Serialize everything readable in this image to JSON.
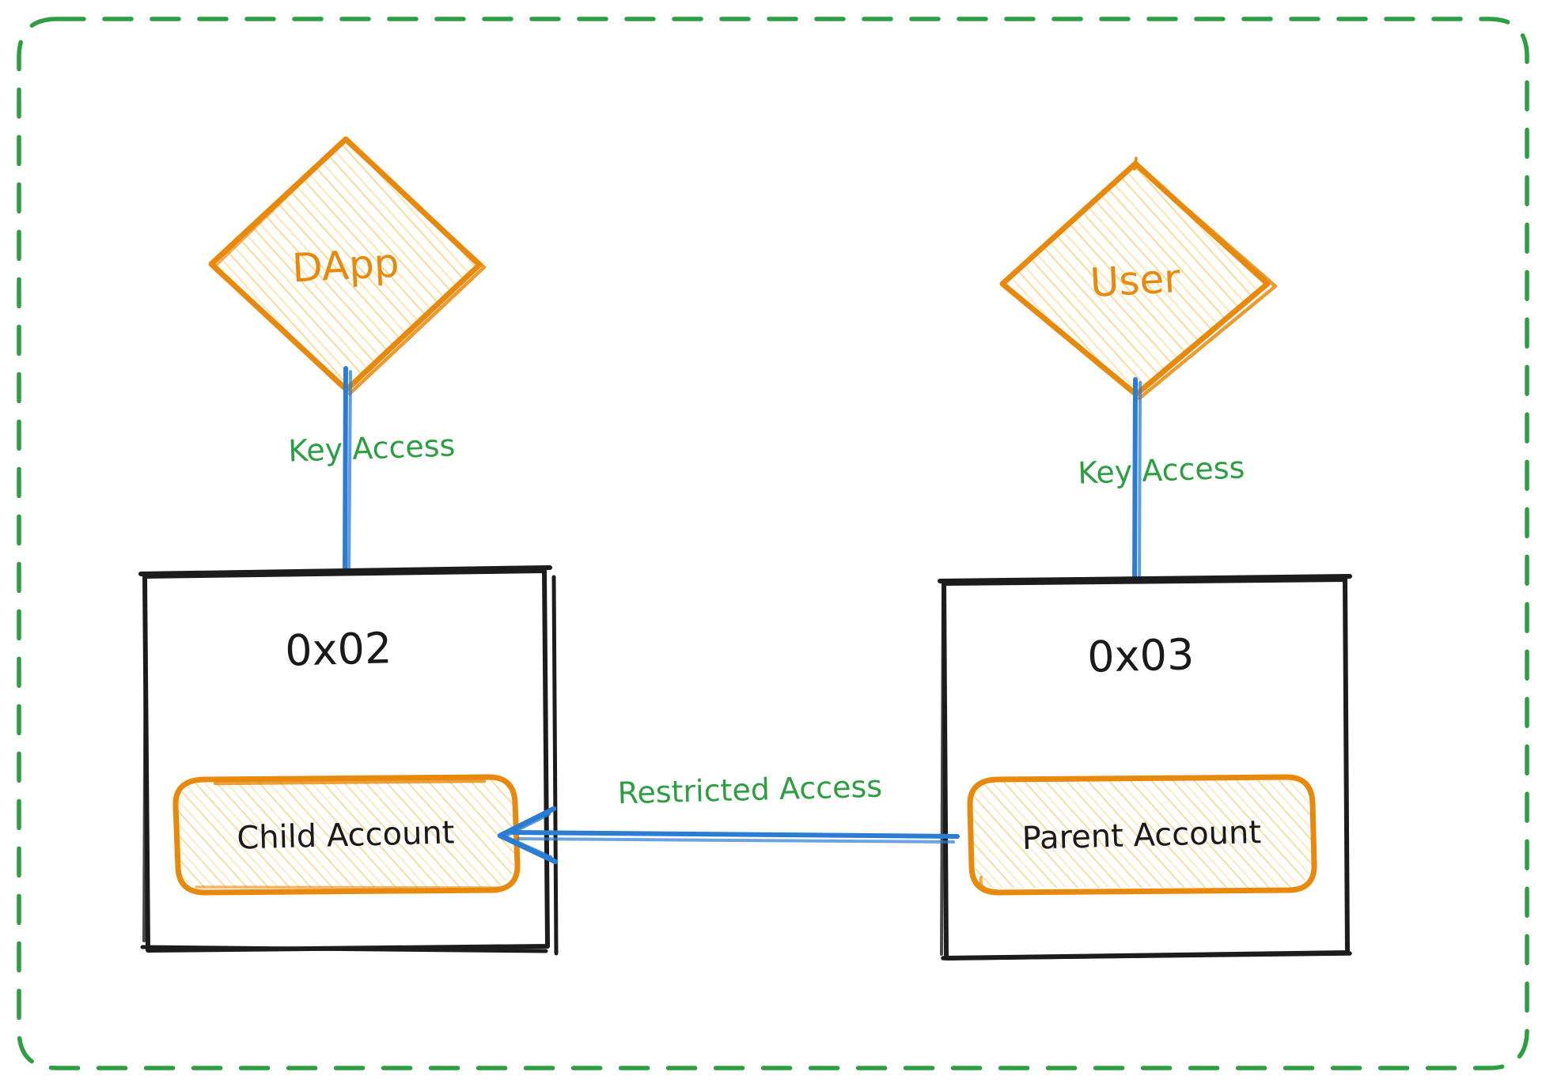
{
  "diagram": {
    "type": "architecture-flow",
    "title_visible": false,
    "colors": {
      "border_dashed": "#2e9e43",
      "edge_label": "#2e9e43",
      "arrow": "#2b7cd3",
      "node_stroke_orange": "#e8890c",
      "node_hatch": "#f7d58a",
      "box_stroke_black": "#1c1c1c",
      "text_black": "#1a1a1a",
      "background": "#ffffff"
    },
    "outer_container": {
      "name": "dashed-boundary",
      "style": "dashed-rounded-rectangle",
      "color": "#2e9e43"
    },
    "nodes": [
      {
        "id": "dapp",
        "label": "DApp",
        "shape": "diamond",
        "stroke": "#e8890c",
        "fill": "hatched-yellow",
        "text_color": "#e8890c"
      },
      {
        "id": "user",
        "label": "User",
        "shape": "diamond",
        "stroke": "#e8890c",
        "fill": "hatched-yellow",
        "text_color": "#e8890c"
      },
      {
        "id": "account_0x02",
        "label": "0x02",
        "shape": "rectangle",
        "stroke": "#1c1c1c",
        "fill": "none",
        "text_color": "#1a1a1a"
      },
      {
        "id": "account_0x03",
        "label": "0x03",
        "shape": "rectangle",
        "stroke": "#1c1c1c",
        "fill": "none",
        "text_color": "#1a1a1a"
      },
      {
        "id": "child_account",
        "label": "Child Account",
        "shape": "rounded-rectangle",
        "stroke": "#e8890c",
        "fill": "hatched-yellow",
        "text_color": "#1a1a1a",
        "parent": "account_0x02"
      },
      {
        "id": "parent_account",
        "label": "Parent Account",
        "shape": "rounded-rectangle",
        "stroke": "#e8890c",
        "fill": "hatched-yellow",
        "text_color": "#1a1a1a",
        "parent": "account_0x03"
      }
    ],
    "edges": [
      {
        "id": "dapp-to-0x02",
        "from": "dapp",
        "to": "account_0x02",
        "label": "Key Access",
        "color": "#2b7cd3",
        "label_color": "#2e9e43",
        "arrowhead": false,
        "direction": "down"
      },
      {
        "id": "user-to-0x03",
        "from": "user",
        "to": "account_0x03",
        "label": "Key Access",
        "color": "#2b7cd3",
        "label_color": "#2e9e43",
        "arrowhead": false,
        "direction": "down"
      },
      {
        "id": "parent-to-child",
        "from": "parent_account",
        "to": "child_account",
        "label": "Restricted Access",
        "color": "#2b7cd3",
        "label_color": "#2e9e43",
        "arrowhead": true,
        "direction": "left"
      }
    ]
  }
}
